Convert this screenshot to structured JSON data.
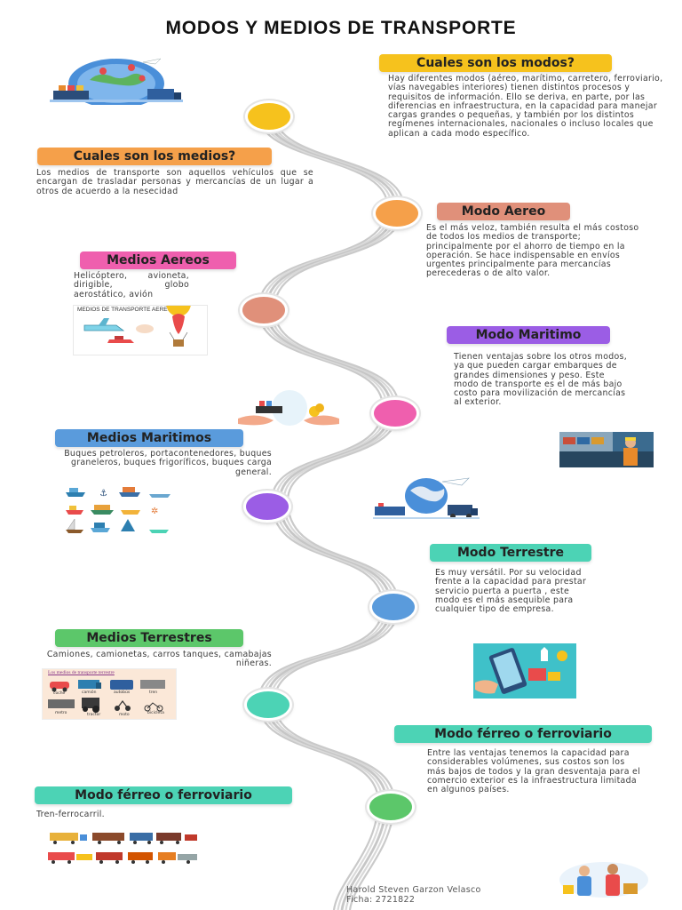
{
  "title": "MODOS Y MEDIOS DE TRANSPORTE",
  "sections": {
    "modos": {
      "heading": "Cuales son los modos?",
      "text": "Hay diferentes modos (aéreo, marítimo, carretero, ferroviario, vías navegables interiores) tienen distintos procesos y requisitos de información. Ello se deriva, en parte, por las diferencias en infraestructura, en la capacidad para manejar cargas grandes o pequeñas, y también por los distintos regímenes internacionales, nacionales o incluso locales que aplican a cada modo específico."
    },
    "medios": {
      "heading": "Cuales son los medios?",
      "text": "Los medios de transporte son aquellos vehículos que se encargan de trasladar personas y mercancías de un lugar a otros de acuerdo a la nesecidad"
    },
    "modo_aereo": {
      "heading": "Modo Aereo",
      "text": "Es el más veloz, también resulta el más costoso de todos los medios de transporte; principalmente por el ahorro de tiempo en la operación. Se hace indispensable en envíos urgentes principalmente para mercancías perecederas o de alto valor."
    },
    "medios_aereos": {
      "heading": "Medios Aereos",
      "text": "Helicóptero, avioneta, dirigible, globo aerostático, avión",
      "image_caption": "MEDIOS DE TRANSPORTE AEREO"
    },
    "modo_maritimo": {
      "heading": "Modo Maritimo",
      "text": "Tienen ventajas sobre los otros modos, ya que pueden cargar embarques de grandes dimensiones y peso. Este modo de transporte es el de más bajo costo para movilización de mercancías al exterior."
    },
    "medios_maritimos": {
      "heading": "Medios Maritimos",
      "text": "Buques petroleros, portacontenedores, buques graneleros, buques frigoríficos, buques carga general."
    },
    "modo_terrestre": {
      "heading": "Modo Terrestre",
      "text": "Es muy versátil. Por su velocidad frente a la capacidad para prestar servicio puerta a puerta , este modo es el más asequible para cualquier tipo de empresa."
    },
    "medios_terrestres": {
      "heading": "Medios Terrestres",
      "text": "Camiones, camionetas, carros tanques, camabajas niñeras.",
      "image_caption": "Los medios de transporte terrestre",
      "image_labels": [
        "coche",
        "camión",
        "autobús",
        "tren",
        "metro",
        "tractor",
        "moto",
        "bicicleta"
      ]
    },
    "modo_ferreo": {
      "heading": "Modo férreo o ferroviario",
      "text": "Entre las ventajas tenemos la capacidad para considerables volúmenes, sus costos son los más bajos de todos y la gran desventaja para el comercio exterior es la infraestructura limitada en algunos países."
    },
    "medios_ferreos": {
      "heading": "Modo férreo o ferroviario",
      "text": "Tren-ferrocarril."
    }
  },
  "footer": {
    "author": "Harold Steven Garzon Velasco",
    "ficha": "Ficha: 2721822"
  },
  "colors": {
    "yellow": "#f6c21d",
    "orange": "#f5a04a",
    "salmon": "#e0907a",
    "pink": "#ef5fae",
    "purple": "#9b5de5",
    "blue": "#5a9bdc",
    "teal": "#4cd3b5",
    "green": "#5cc76a",
    "road": "#d6d6d6"
  }
}
